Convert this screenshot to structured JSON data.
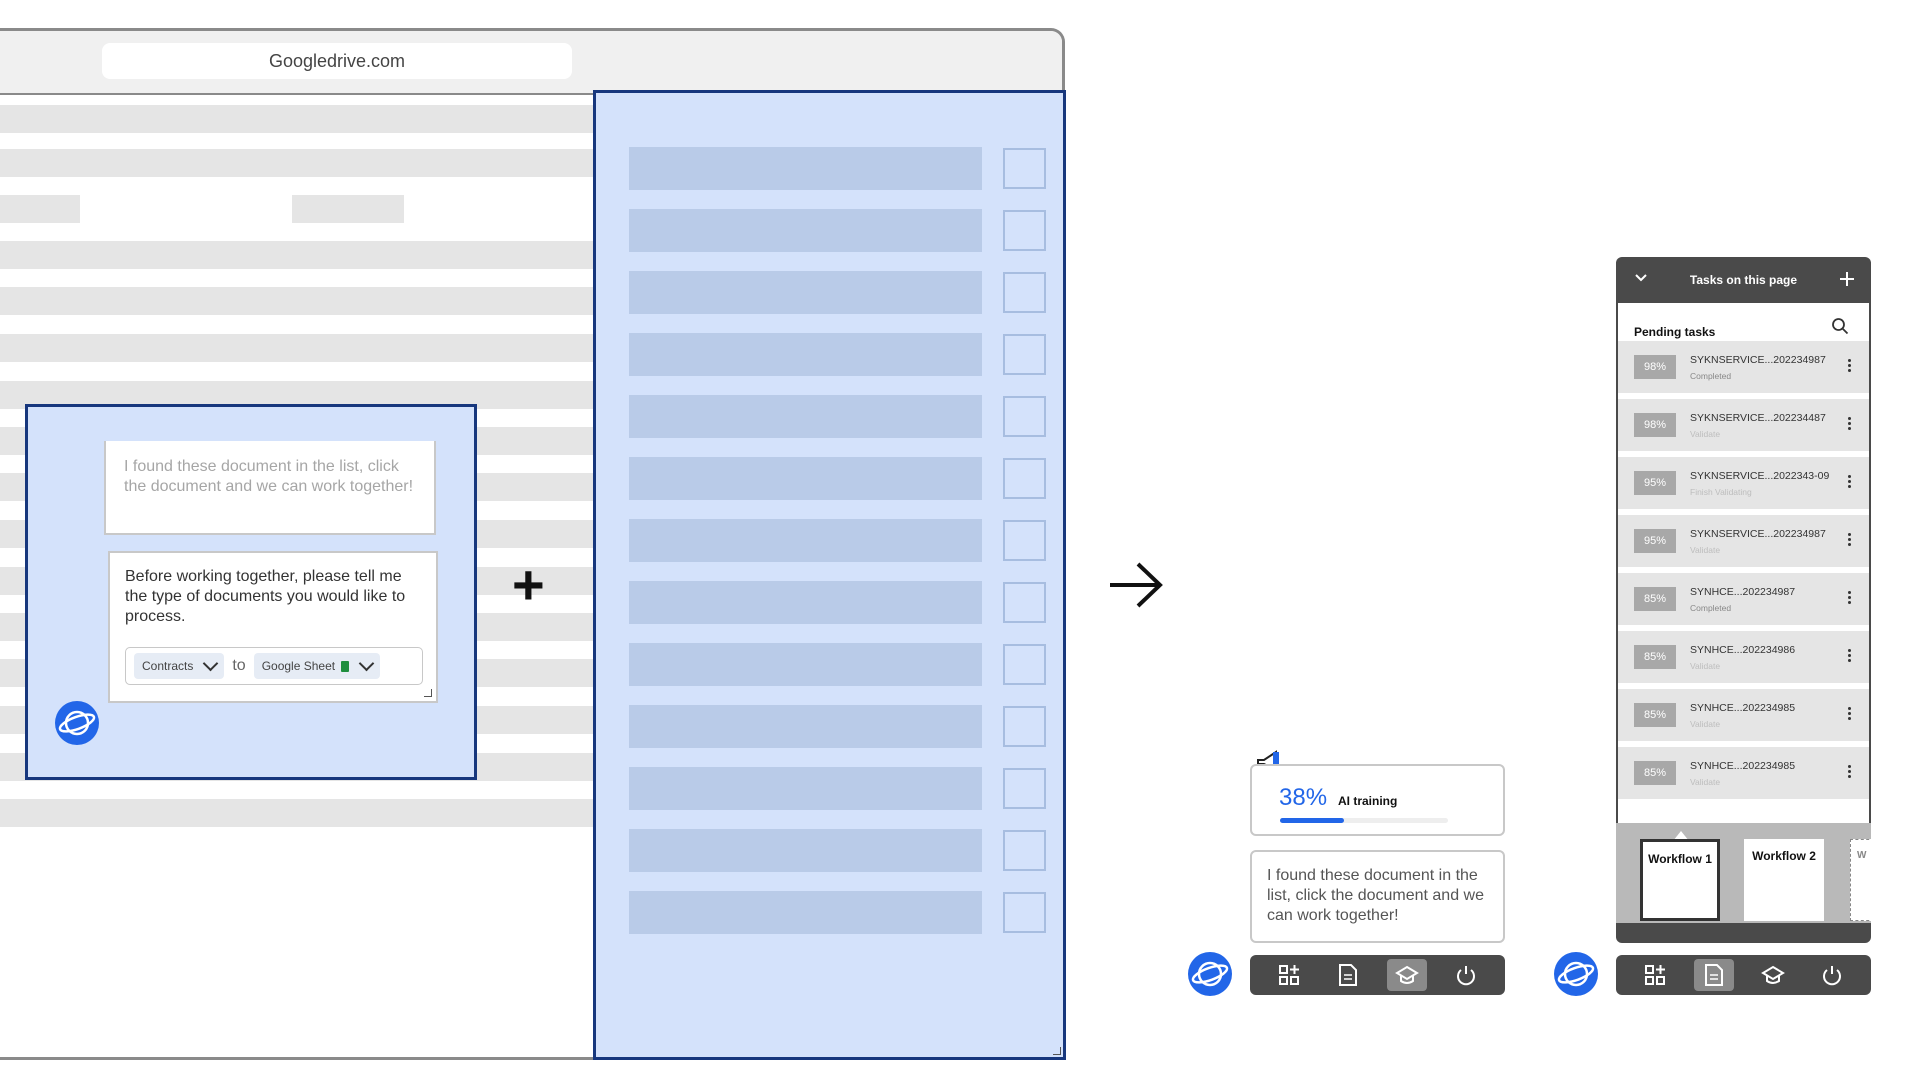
{
  "browser": {
    "url": "Googledrive.com"
  },
  "overlay": {
    "message1": "I found these document in the list, click the document and we can work together!",
    "message2": "Before working together, please tell me the type of documents you would like to process.",
    "doc_type": "Contracts",
    "to_label": "to",
    "target": "Google Sheet"
  },
  "symbols": {
    "plus": "+"
  },
  "widget": {
    "progress_pct": "38%",
    "progress_value": 38,
    "progress_label": "AI training",
    "message": "I found these document in the list, click the document and we can work together!"
  },
  "tasks_panel": {
    "title": "Tasks on this page",
    "section": "Pending tasks",
    "tasks": [
      {
        "pct": "98%",
        "name": "SYKNSERVICE...202234987",
        "status": "Completed"
      },
      {
        "pct": "98%",
        "name": "SYKNSERVICE...202234487",
        "status": "Validate"
      },
      {
        "pct": "95%",
        "name": "SYKNSERVICE...2022343-09",
        "status": "Finish Validating"
      },
      {
        "pct": "95%",
        "name": "SYKNSERVICE...202234987",
        "status": "Validate"
      },
      {
        "pct": "85%",
        "name": "SYNHCE...202234987",
        "status": "Completed"
      },
      {
        "pct": "85%",
        "name": "SYNHCE...202234986",
        "status": "Validate"
      },
      {
        "pct": "85%",
        "name": "SYNHCE...202234985",
        "status": "Validate"
      },
      {
        "pct": "85%",
        "name": "SYNHCE...202234985",
        "status": "Validate"
      }
    ],
    "workflows": [
      "Workflow 1",
      "Workflow 2",
      "W"
    ]
  },
  "colors": {
    "accent": "#2266e8",
    "panel_blue": "#d4e2fb",
    "panel_border": "#17377d",
    "toolbar": "#4a4a4a"
  },
  "icons": [
    "orbit-logo-icon",
    "add-widget-icon",
    "document-icon",
    "graduation-cap-icon",
    "power-icon",
    "search-icon",
    "chevron-down-icon",
    "plus-icon",
    "megaphone-icon",
    "arrow-right-icon",
    "kebab-menu-icon"
  ]
}
